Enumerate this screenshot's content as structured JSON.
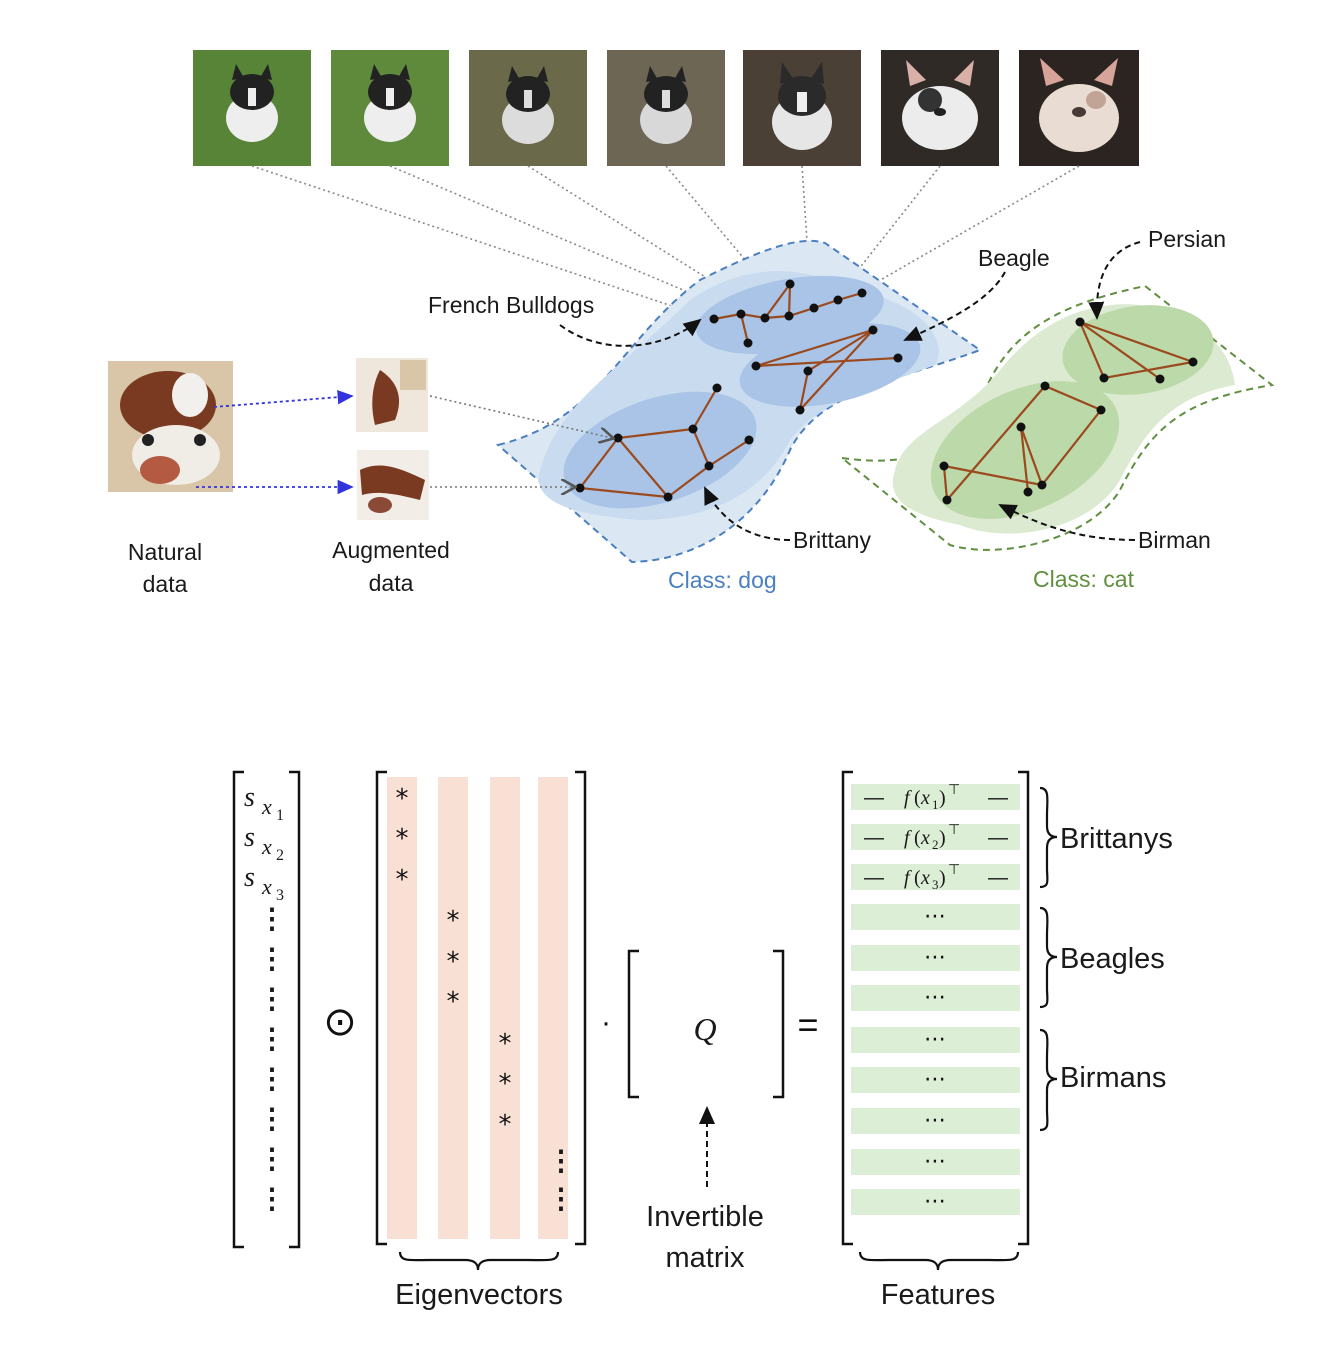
{
  "top": {
    "class_labels": {
      "dog": "Class: dog",
      "cat": "Class: cat"
    },
    "clusters": {
      "french_bulldogs": "French Bulldogs",
      "beagle": "Beagle",
      "persian": "Persian",
      "brittany": "Brittany",
      "birman": "Birman"
    },
    "data_labels": {
      "natural": [
        "Natural",
        "data"
      ],
      "augmented": [
        "Augmented",
        "data"
      ]
    },
    "colors": {
      "dog_region": "#c9dbef",
      "dog_inner": "#a9c4e6",
      "dog_border": "#4a7fc0",
      "cat_region": "#dbead0",
      "cat_inner": "#bcd9a9",
      "cat_border": "#5f8f3f",
      "edge": "#9a4a1e",
      "aug_arrow": "#3333dd"
    }
  },
  "bottom": {
    "s_vector": [
      "s",
      "x",
      "1",
      "x",
      "2",
      "x",
      "3"
    ],
    "hadamard": "⊙",
    "dot": "·",
    "equals": "=",
    "q": "Q",
    "asterisk": "*",
    "ellipsis": "⋯",
    "vdots": "⋮",
    "feature_rows": [
      {
        "left": "—",
        "f": "f",
        "x": "x",
        "sub": "1",
        "t": "⊤",
        "right": "—"
      },
      {
        "left": "—",
        "f": "f",
        "x": "x",
        "sub": "2",
        "t": "⊤",
        "right": "—"
      },
      {
        "left": "—",
        "f": "f",
        "x": "x",
        "sub": "3",
        "t": "⊤",
        "right": "—"
      }
    ],
    "brace_labels": {
      "brittanys": "Brittanys",
      "beagles": "Beagles",
      "birmans": "Birmans"
    },
    "eigenvectors": "Eigenvectors",
    "invertible": [
      "Invertible",
      "matrix"
    ],
    "features": "Features",
    "colors": {
      "eig_col": "#f9e0d4",
      "feat_row": "#ddeed6"
    }
  }
}
